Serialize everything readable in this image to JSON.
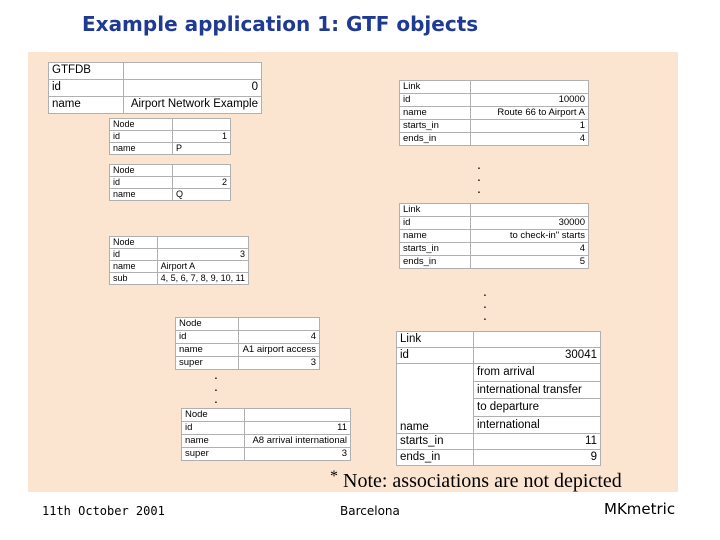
{
  "title": "Example application 1: GTF objects",
  "gtfdb": {
    "header": "GTFDB",
    "rows": [
      [
        "id",
        "0"
      ],
      [
        "name",
        "Airport Network Example"
      ]
    ]
  },
  "nodeP": {
    "header": "Node",
    "rows": [
      [
        "id",
        "1"
      ],
      [
        "name",
        "P"
      ]
    ]
  },
  "nodeQ": {
    "header": "Node",
    "rows": [
      [
        "id",
        "2"
      ],
      [
        "name",
        "Q"
      ]
    ]
  },
  "nodeA": {
    "header": "Node",
    "rows": [
      [
        "id",
        "3"
      ],
      [
        "name",
        "Airport A"
      ],
      [
        "sub",
        "4, 5, 6, 7, 8, 9, 10, 11"
      ]
    ]
  },
  "nodeA1": {
    "header": "Node",
    "rows": [
      [
        "id",
        "4"
      ],
      [
        "name",
        "A1 airport access"
      ],
      [
        "super",
        "3"
      ]
    ]
  },
  "nodeA8": {
    "header": "Node",
    "rows": [
      [
        "id",
        "11"
      ],
      [
        "name",
        "A8 arrival international"
      ],
      [
        "super",
        "3"
      ]
    ]
  },
  "link1": {
    "header": "Link",
    "rows": [
      [
        "id",
        "10000"
      ],
      [
        "name",
        "Route 66 to Airport A"
      ],
      [
        "starts_in",
        "1"
      ],
      [
        "ends_in",
        "4"
      ]
    ]
  },
  "link2": {
    "header": "Link",
    "rows": [
      [
        "id",
        "30000"
      ],
      [
        "name",
        "to check-in\" starts"
      ],
      [
        "starts_in",
        "4"
      ],
      [
        "ends_in",
        "5"
      ]
    ]
  },
  "link3": {
    "header": "Link",
    "id_label": "id",
    "id_value": "30041",
    "name_label": "name",
    "name_lines": [
      "from arrival",
      "international transfer",
      "to departure",
      "international"
    ],
    "rows": [
      [
        "starts_in",
        "11"
      ],
      [
        "ends_in",
        "9"
      ]
    ]
  },
  "note": {
    "marker": "*",
    "text": "Note: associations are not depicted"
  },
  "footer": {
    "date": "11th October 2001",
    "place": "Barcelona",
    "brand": "MKmetric"
  }
}
